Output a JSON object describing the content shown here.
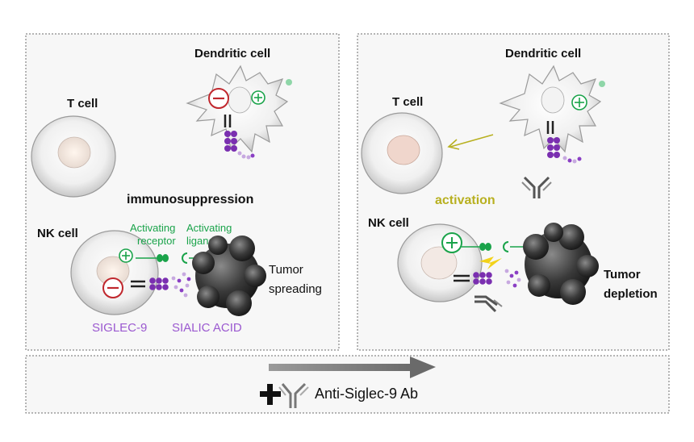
{
  "left_panel": {
    "t_cell": "T cell",
    "dendritic_cell": "Dendritic cell",
    "immunosuppression": "immunosuppression",
    "nk_cell": "NK cell",
    "activating_receptor_1": "Activating",
    "activating_receptor_2": "receptor",
    "activating_ligand_1": "Activating",
    "activating_ligand_2": "ligand",
    "tumor_1": "Tumor",
    "tumor_2": "spreading",
    "siglec9": "SIGLEC-9",
    "sialic_acid": "SIALIC ACID"
  },
  "right_panel": {
    "t_cell": "T cell",
    "dendritic_cell": "Dendritic cell",
    "activation": "activation",
    "nk_cell": "NK cell",
    "tumor_1": "Tumor",
    "tumor_2": "depletion"
  },
  "bottom_panel": {
    "label": "Anti-Siglec-9 Ab"
  },
  "colors": {
    "green": "#1aa34a",
    "purple": "#8a3fc4",
    "red": "#c0272d",
    "olive": "#b8b020",
    "tumor": "#3a3a3a"
  }
}
